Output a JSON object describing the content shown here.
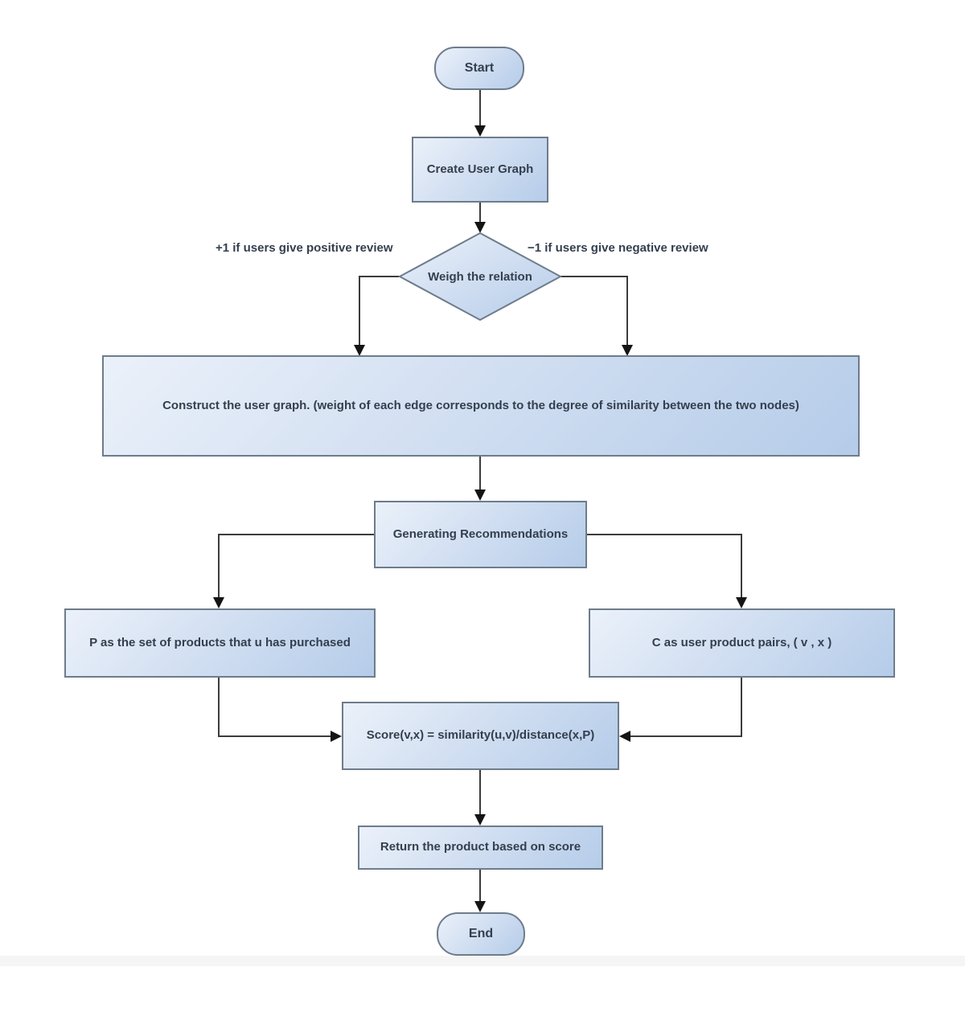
{
  "diagram_type": "flowchart",
  "colors": {
    "node_fill_light": "#ebf1fa",
    "node_fill_dark": "#b5cce9",
    "node_border": "#6e7c8b",
    "node_text": "#343f4e",
    "connector_line": "#3c3c3c",
    "arrowhead": "#141414",
    "background": "#ffffff",
    "footer_strip": "#f5f5f6"
  },
  "nodes": {
    "start": {
      "label": "Start",
      "type": "terminator"
    },
    "create_user_graph": {
      "label": "Create User Graph",
      "type": "process"
    },
    "weigh_relation": {
      "label": "Weigh the relation",
      "type": "decision"
    },
    "construct_graph": {
      "label": "Construct the user graph. (weight of each edge corresponds to the degree of similarity between the two nodes)",
      "type": "process"
    },
    "generating_recommendations": {
      "label": "Generating Recommendations",
      "type": "process"
    },
    "products_set": {
      "label": "P as the set of products that u has purchased",
      "type": "process"
    },
    "user_product_pairs": {
      "label": "C as user product pairs, ( v , x )",
      "type": "process"
    },
    "score_formula": {
      "label": "Score(v,x) = similarity(u,v)/distance(x,P)",
      "type": "process"
    },
    "return_product": {
      "label": "Return the product based on score",
      "type": "process"
    },
    "end": {
      "label": "End",
      "type": "terminator"
    }
  },
  "annotations": {
    "positive_branch": "+1 if users give positive review",
    "negative_branch": "−1 if users give negative review"
  },
  "edges": [
    {
      "from": "start",
      "to": "create_user_graph"
    },
    {
      "from": "create_user_graph",
      "to": "weigh_relation"
    },
    {
      "from": "weigh_relation",
      "to": "construct_graph",
      "branch": "positive"
    },
    {
      "from": "weigh_relation",
      "to": "construct_graph",
      "branch": "negative"
    },
    {
      "from": "construct_graph",
      "to": "generating_recommendations"
    },
    {
      "from": "generating_recommendations",
      "to": "products_set"
    },
    {
      "from": "generating_recommendations",
      "to": "user_product_pairs"
    },
    {
      "from": "products_set",
      "to": "score_formula"
    },
    {
      "from": "user_product_pairs",
      "to": "score_formula"
    },
    {
      "from": "score_formula",
      "to": "return_product"
    },
    {
      "from": "return_product",
      "to": "end"
    }
  ]
}
